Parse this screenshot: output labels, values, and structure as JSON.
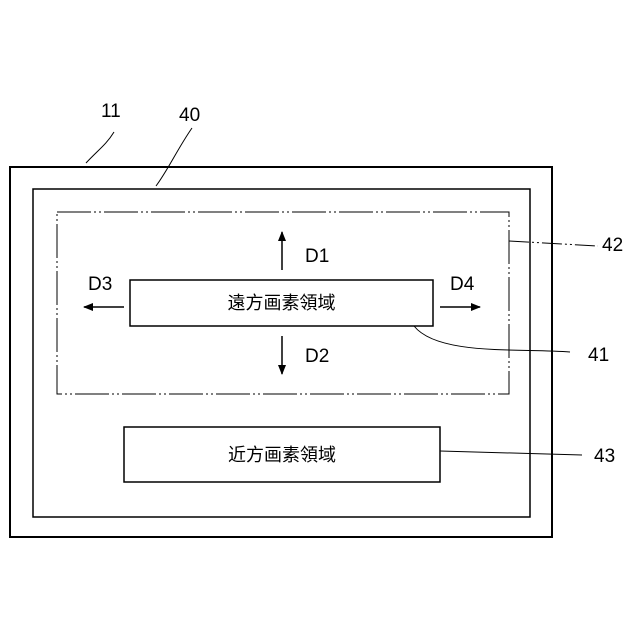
{
  "labels": {
    "ref_11": "11",
    "ref_40": "40",
    "ref_42": "42",
    "ref_41": "41",
    "ref_43": "43"
  },
  "far_region": {
    "text": "遠方画素領域"
  },
  "near_region": {
    "text": "近方画素領域"
  },
  "directions": {
    "d1": "D1",
    "d2": "D2",
    "d3": "D3",
    "d4": "D4"
  }
}
